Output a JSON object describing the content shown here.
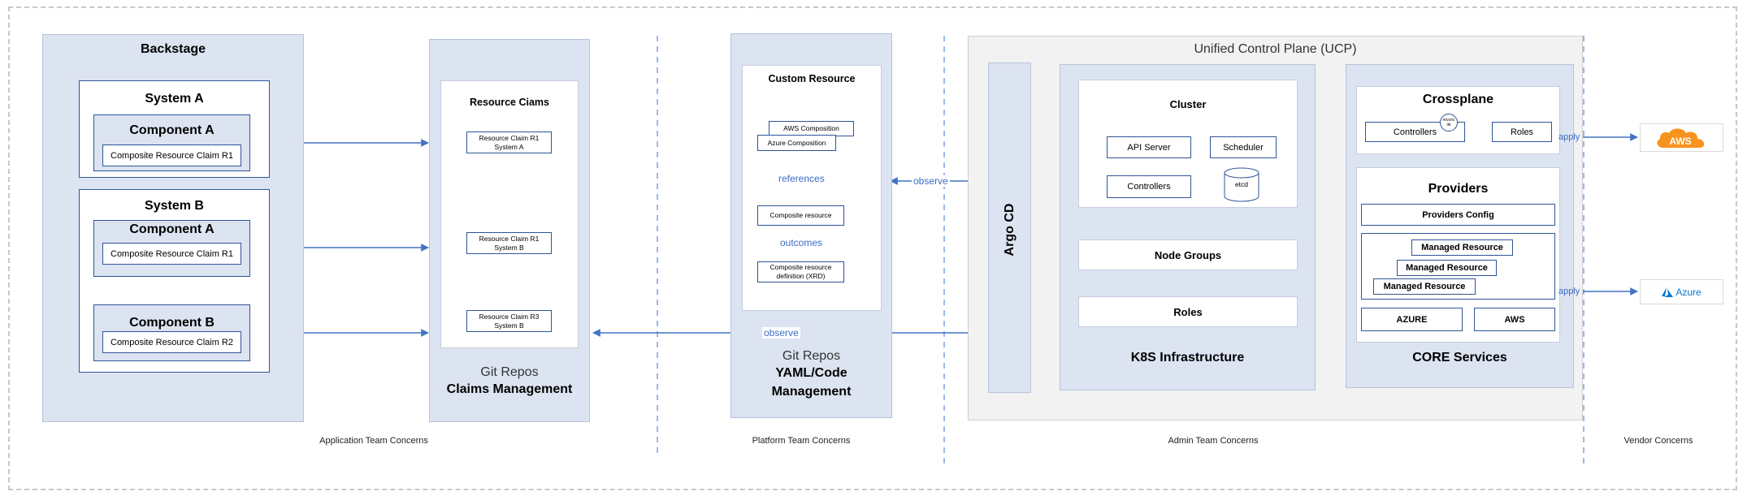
{
  "backstage": {
    "title": "Backstage",
    "system_a": {
      "title": "System A",
      "component_a": {
        "title": "Component A",
        "claim": "Composite Resource Claim R1"
      }
    },
    "system_b": {
      "title": "System B",
      "component_a": {
        "title": "Component A",
        "claim": "Composite Resource Claim R1"
      },
      "component_b": {
        "title": "Component B",
        "claim": "Composite Resource Claim R2"
      }
    }
  },
  "claims_repo": {
    "box_title": "Resource Ciams",
    "claims": [
      {
        "line1": "Resource Claim R1",
        "line2": "System A"
      },
      {
        "line1": "Resource Claim R1",
        "line2": "System B"
      },
      {
        "line1": "Resource Claim R3",
        "line2": "System B"
      }
    ],
    "label_line1": "Git Repos",
    "label_line2": "Claims Management"
  },
  "platform_repo": {
    "box_title": "Custom Resource",
    "aws_composition": "AWS Composition",
    "azure_composition": "Azure Composition",
    "references_label": "references",
    "composite_resource": "Composite resource",
    "outcomes_label": "outcomes",
    "xrd_line1": "Composite resource",
    "xrd_line2": "definition (XRD)",
    "label_line1": "Git Repos",
    "label_line2": "YAML/Code",
    "label_line3": "Management"
  },
  "ucp": {
    "title": "Unified Control Plane (UCP)",
    "argo_cd": "Argo CD",
    "k8s": {
      "cluster_title": "Cluster",
      "api_server": "API Server",
      "scheduler": "Scheduler",
      "controllers": "Controllers",
      "etcd": "etcd",
      "node_groups": "Node Groups",
      "roles": "Roles",
      "label": "K8S Infrastructure"
    },
    "core": {
      "crossplane_title": "Crossplane",
      "controllers": "Controllers",
      "reconcile_line1": "reconc",
      "reconcile_line2": "ile",
      "roles": "Roles",
      "providers_title": "Providers",
      "providers_config": "Providers Config",
      "managed_resources": [
        "Managed Resource",
        "Managed Resource",
        "Managed Resource"
      ],
      "azure": "AZURE",
      "aws": "AWS",
      "label": "CORE Services"
    }
  },
  "edges": {
    "observe_top": "observe",
    "observe_bottom": "observe",
    "apply_aws": "apply",
    "apply_azure": "apply"
  },
  "vendors": {
    "aws_logo_text": "AWS",
    "azure_logo_text": "Azure"
  },
  "concerns": {
    "application": "Application Team Concerns",
    "platform": "Platform Team Concerns",
    "admin": "Admin Team Concerns",
    "vendor": "Vendor Concerns"
  },
  "colors": {
    "lane_fill": "#dce3f1",
    "box_border": "#2e5597",
    "arrow": "#4472c4",
    "aws_orange": "#f7931e",
    "azure_blue": "#0078d4"
  }
}
